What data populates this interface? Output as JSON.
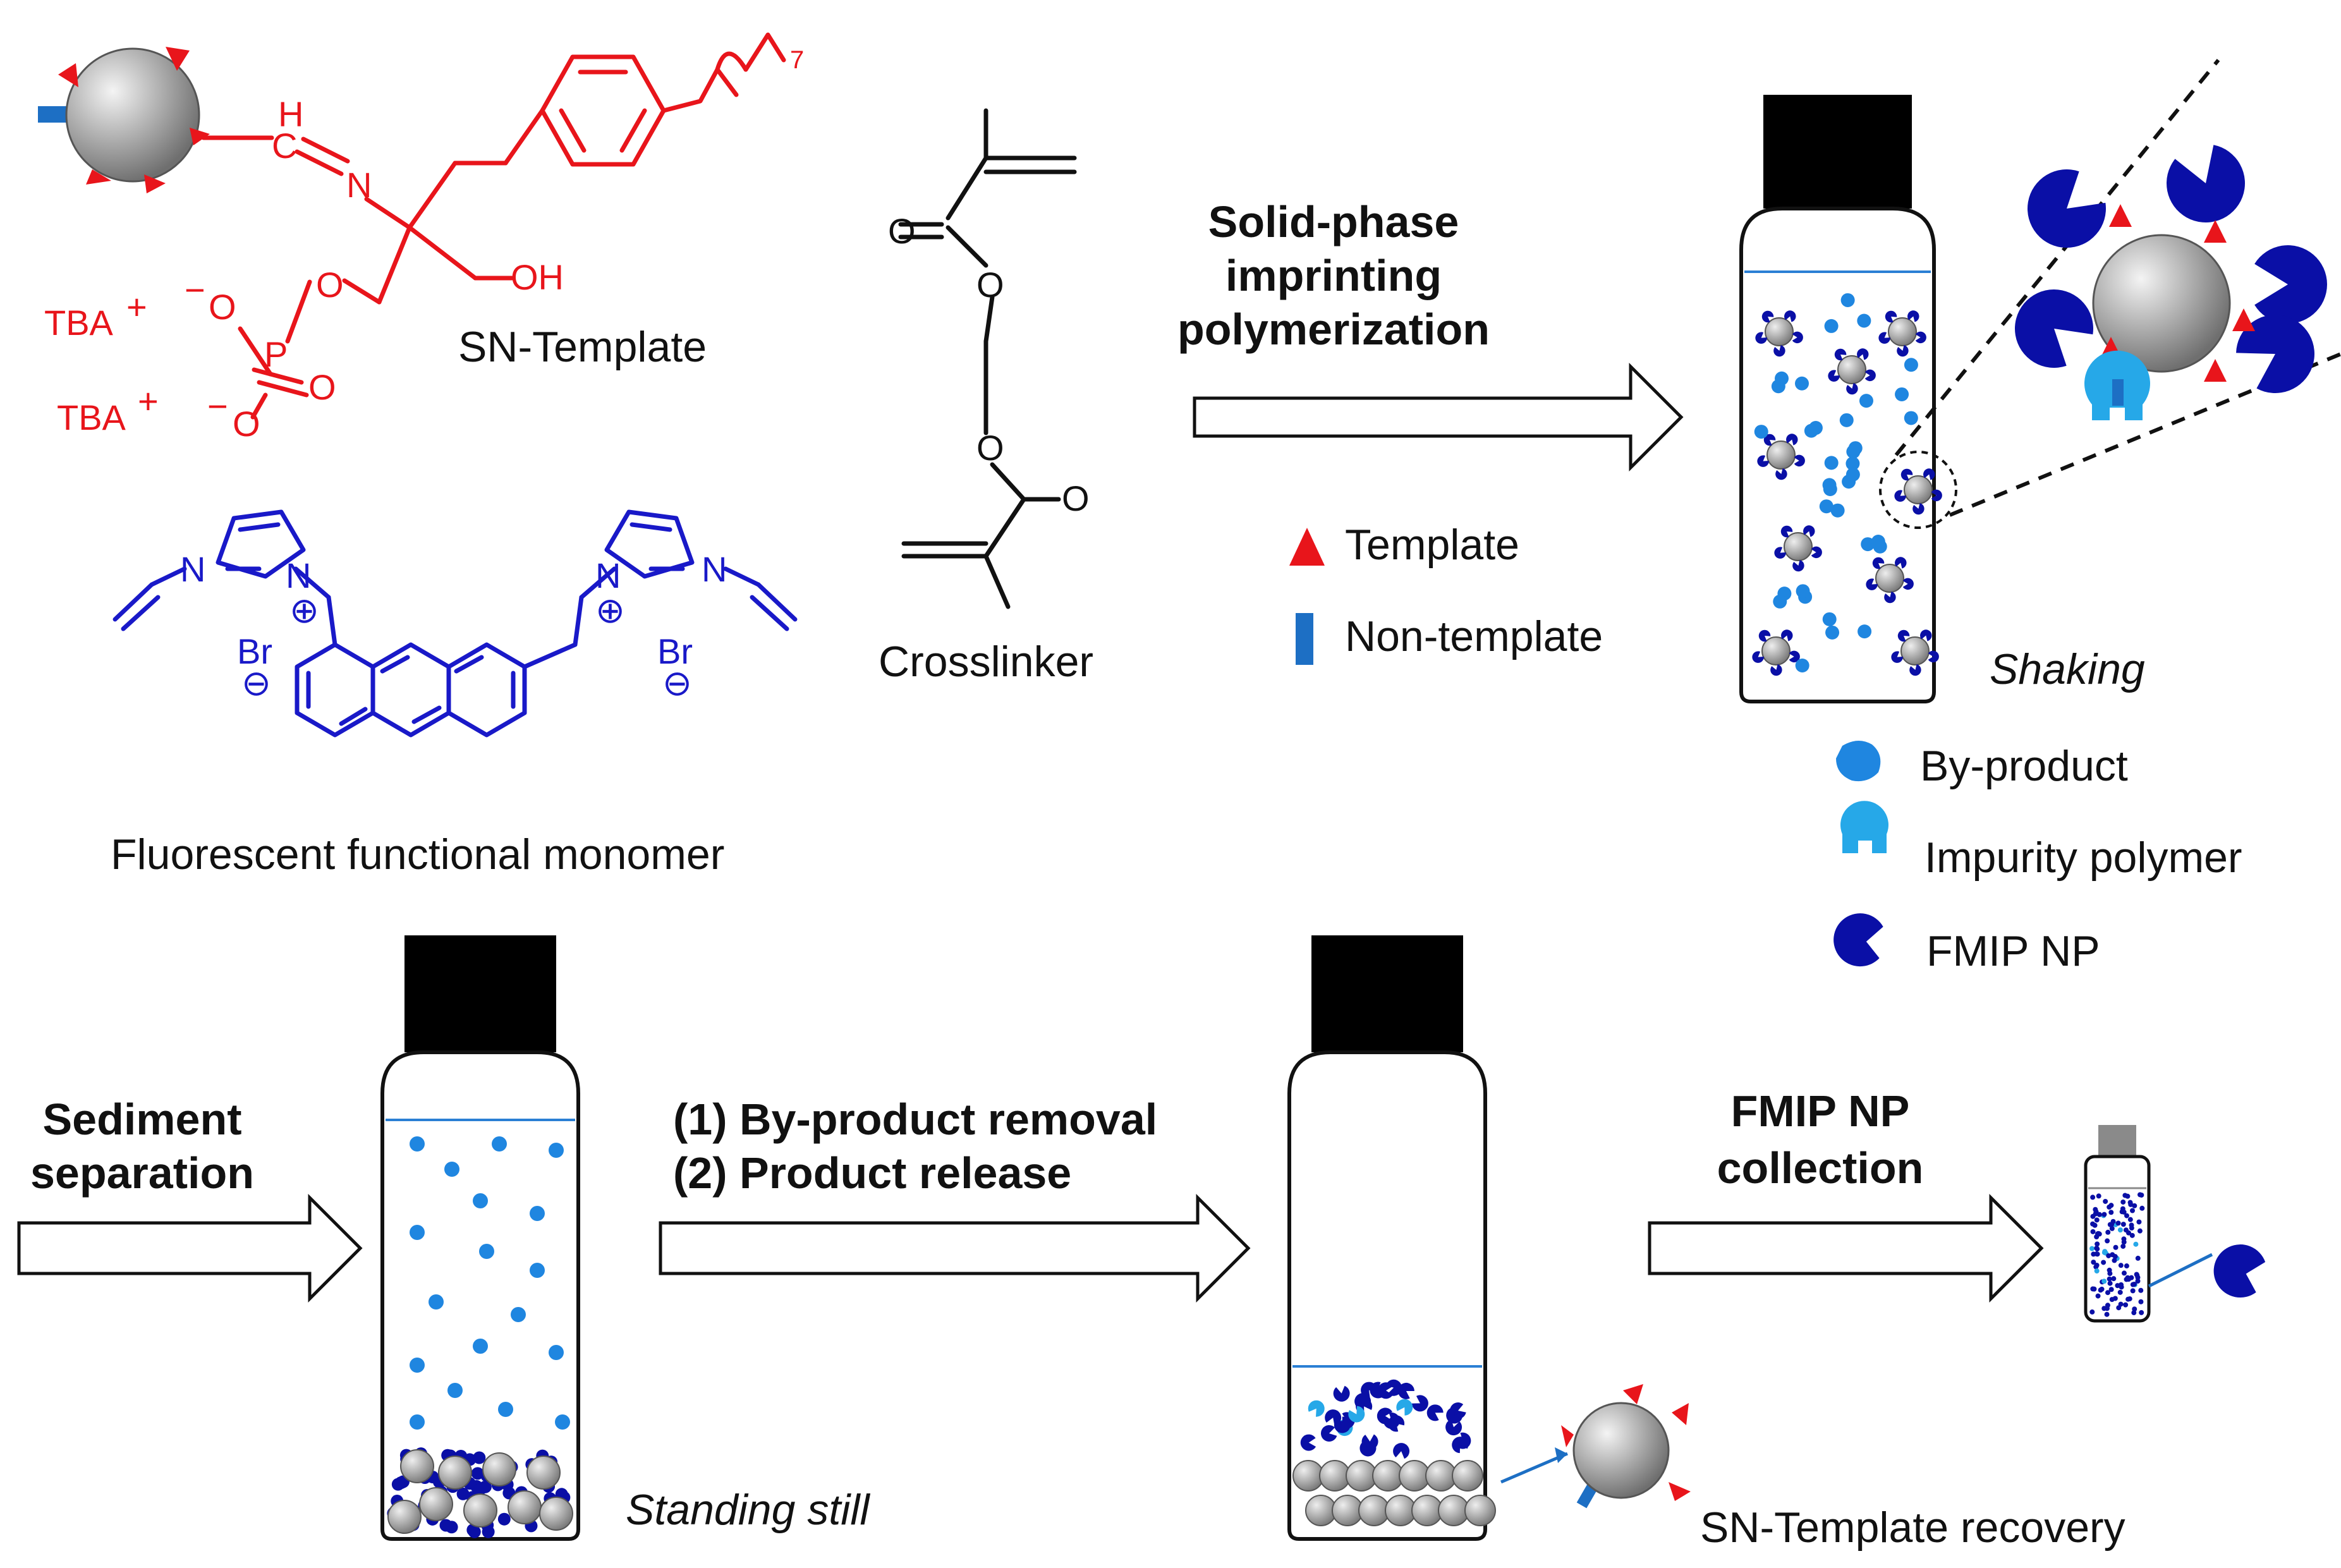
{
  "structures": {
    "template_name": "SN-Template",
    "template_atoms": {
      "H": "H",
      "C": "C",
      "N": "N",
      "OH": "OH",
      "O": "O",
      "P": "P",
      "TBA": "TBA",
      "plus": "+",
      "minus": "−",
      "subscript": "7"
    },
    "monomer_name": "Fluorescent functional monomer",
    "monomer_atoms": {
      "N": "N",
      "Br": "Br",
      "plus": "⊕",
      "minus": "⊖"
    },
    "crosslinker_name": "Crosslinker",
    "crosslinker_atoms": {
      "O": "O"
    }
  },
  "steps": {
    "step1": {
      "line1": "Solid-phase",
      "line2": "imprinting",
      "line3": "polymerization"
    },
    "step2": {
      "line1": "Sediment",
      "line2": "separation"
    },
    "step3": {
      "line1": "(1) By-product removal",
      "line2": "(2) Product release"
    },
    "step4": {
      "line1": "FMIP NP",
      "line2": "collection"
    }
  },
  "legend_top": {
    "template": "Template",
    "non_template": "Non-template"
  },
  "legend_right": {
    "by_product": "By-product",
    "impurity_polymer": "Impurity polymer",
    "fmip_np": "FMIP NP"
  },
  "captions": {
    "shaking": "Shaking",
    "standing_still": "Standing still",
    "recovery": "SN-Template recovery"
  },
  "colors": {
    "template_red": "#e8151b",
    "monomer_blue": "#1919c8",
    "by_product_blue": "#1f86e0",
    "impurity_cyan": "#26a8e8",
    "fmip_navy": "#0a0fa6",
    "bead_gray": "#9a9a9a",
    "cap_black": "#000000",
    "non_template_blue": "#1d6fc4"
  }
}
